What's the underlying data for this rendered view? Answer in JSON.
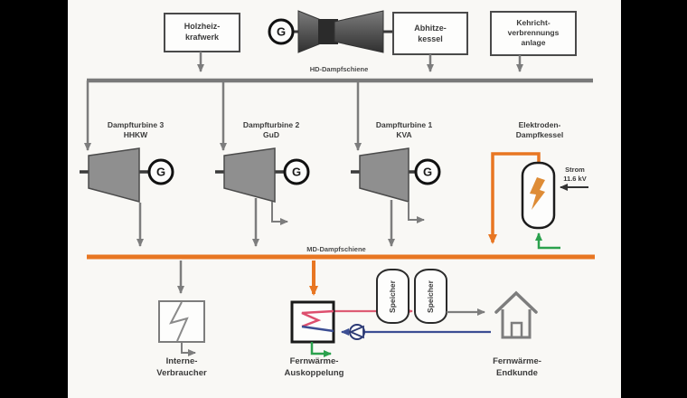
{
  "colors": {
    "hd_rail": "#7a7a7a",
    "md_rail": "#e87622",
    "heat_supply_line": "#dd5c74",
    "heat_return_line": "#3c4e93",
    "feedwater_line": "#2ba14d",
    "electricity_line": "#333333"
  },
  "sources": {
    "holzheiz": {
      "line1": "Holzheiz-",
      "line2": "krafwerk"
    },
    "abhitze": {
      "line1": "Abhitze-",
      "line2": "kessel"
    },
    "kehricht": {
      "line1": "Kehricht-",
      "line2": "verbrennungs",
      "line3": "anlage"
    },
    "gas_turbine_generator": "G"
  },
  "rails": {
    "hd": "HD-Dampfschiene",
    "md": "MD-Dampfschiene"
  },
  "turbines": [
    {
      "name": "Dampfturbine 3",
      "plant": "HHKW",
      "generator": "G"
    },
    {
      "name": "Dampfturbine 2",
      "plant": "GuD",
      "generator": "G"
    },
    {
      "name": "Dampfturbine 1",
      "plant": "KVA",
      "generator": "G"
    }
  ],
  "electrode_boiler": {
    "line1": "Elektroden-",
    "line2": "Dampfkessel",
    "power_line1": "Strom",
    "power_line2": "11.6 kV"
  },
  "storage": {
    "tank1_label": "Speicher",
    "tank2_label": "Speicher"
  },
  "consumers": {
    "internal": {
      "line1": "Interne-",
      "line2": "Verbraucher"
    },
    "extraction": {
      "line1": "Fernwärme-",
      "line2": "Auskoppelung"
    },
    "customer": {
      "line1": "Fernwärme-",
      "line2": "Endkunde"
    }
  }
}
